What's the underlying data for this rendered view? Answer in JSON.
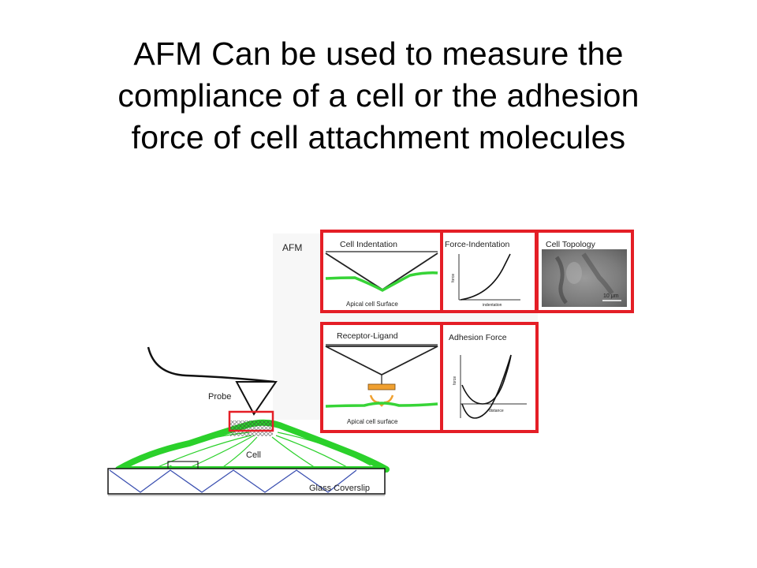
{
  "slide": {
    "title_lines": [
      "AFM Can be used to measure the",
      "compliance of a cell or the adhesion",
      "force of cell attachment molecules"
    ]
  },
  "figure": {
    "afm_label": "AFM",
    "panels": {
      "cell_indentation": {
        "title": "Cell Indentation",
        "caption": "Apical cell Surface"
      },
      "force_indentation": {
        "title": "Force-Indentation"
      },
      "cell_topology": {
        "title": "Cell Topology",
        "scale": "10 μm"
      },
      "receptor_ligand": {
        "title": "Receptor-Ligand",
        "caption": "Apical cell surface"
      },
      "adhesion_force": {
        "title": "Adhesion Force"
      }
    },
    "setup": {
      "probe_label": "Probe",
      "cell_label": "Cell",
      "glass_label": "Glass Coverslip"
    },
    "colors": {
      "frame_red": "#e41e26",
      "cell_green": "#2bd12b",
      "membrane_green": "#37d437",
      "orange": "#f0a030"
    }
  }
}
